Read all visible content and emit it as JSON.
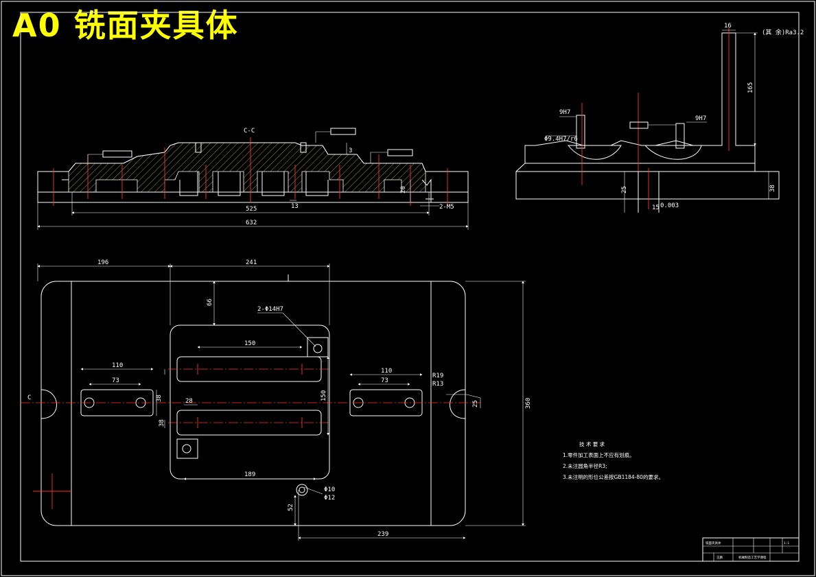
{
  "title": "A0 铣面夹具体",
  "section_label": "C-C",
  "section_marker": "C",
  "notes": {
    "heading": "技 术 要 求",
    "items": [
      "1.零件加工表面上不应有划痕。",
      "2.未注圆角半径R3;",
      "3.未注明的形位公差按GB1184-80的要求。"
    ]
  },
  "dimensions": {
    "front": [
      "525",
      "632",
      "13",
      "20",
      "2-M5",
      "3"
    ],
    "side": [
      "16",
      "165",
      "9H7",
      "9H7",
      "Φ9.4H7/r6",
      "25",
      "15",
      "0.003",
      "38"
    ],
    "plan": [
      "196",
      "241",
      "66",
      "2-Φ14H7",
      "150",
      "110",
      "73",
      "110",
      "73",
      "R19",
      "R13",
      "38",
      "150",
      "28",
      "38",
      "360",
      "189",
      "Φ10",
      "Φ12",
      "52",
      "239",
      "25"
    ]
  },
  "roughness_note": "(其 余)Ra3.2",
  "title_block": {
    "name": "铣面夹具体",
    "scale": "1:1",
    "author": "王鹏",
    "school": "机械制造工艺学课程"
  },
  "colors": {
    "outline": "#ffffff",
    "centerline": "#ff3030",
    "hatch": "#ffff66",
    "title": "#ffff00"
  }
}
